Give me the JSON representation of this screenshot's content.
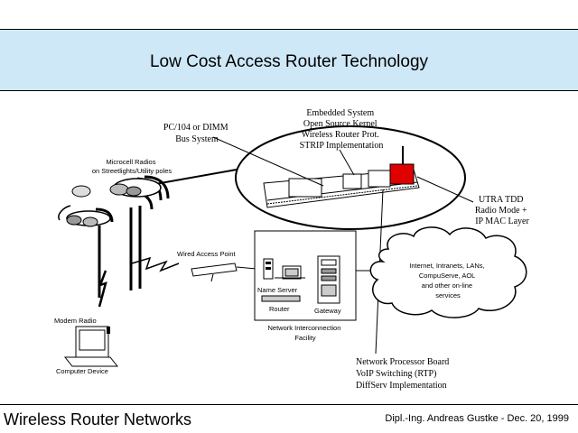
{
  "title": "Low Cost Access Router Technology",
  "labels": {
    "pc104": [
      "PC/104 or DIMM",
      "Bus System"
    ],
    "embedded": [
      "Embedded System",
      "Open Source Kernel",
      "Wireless Router Prot.",
      "STRIP Implementation"
    ],
    "utra": [
      "UTRA TDD",
      "Radio Mode +",
      "IP MAC Layer"
    ],
    "microcell": [
      "Microcell Radios",
      "on Streetlights/Utility poles"
    ],
    "wired_ap": "Wired Access Point",
    "name_server": "Name Server",
    "router": "Router",
    "gateway": "Gateway",
    "nif": [
      "Network Interconnection",
      "Facility"
    ],
    "cloud": [
      "Internet, Intranets, LANs,",
      "CompuServe, AOL",
      "and other on-line",
      "services"
    ],
    "modem": "Modem Radio",
    "computer": "Computer Device",
    "npb": [
      "Network Processor Board",
      "VoIP Switching (RTP)",
      "DiffServ Implementation"
    ]
  },
  "footer": {
    "left": "Wireless Router Networks",
    "right": "Dipl.-Ing. Andreas Gustke - Dec. 20, 1999"
  }
}
